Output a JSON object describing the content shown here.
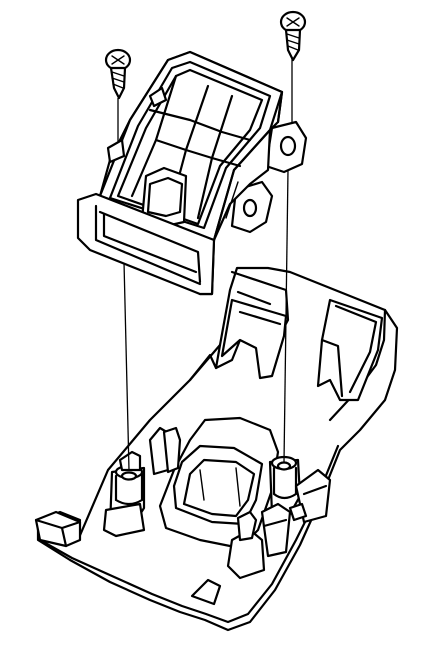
{
  "diagram": {
    "parts": [
      {
        "id": "screw-left",
        "icon": "phillips-screw-icon"
      },
      {
        "id": "screw-right",
        "icon": "phillips-screw-icon"
      },
      {
        "id": "switch-housing",
        "icon": "bracket-box-icon"
      },
      {
        "id": "trim-panel",
        "icon": "console-panel-icon"
      }
    ],
    "colors": {
      "line": "#000000",
      "background": "#ffffff"
    }
  }
}
